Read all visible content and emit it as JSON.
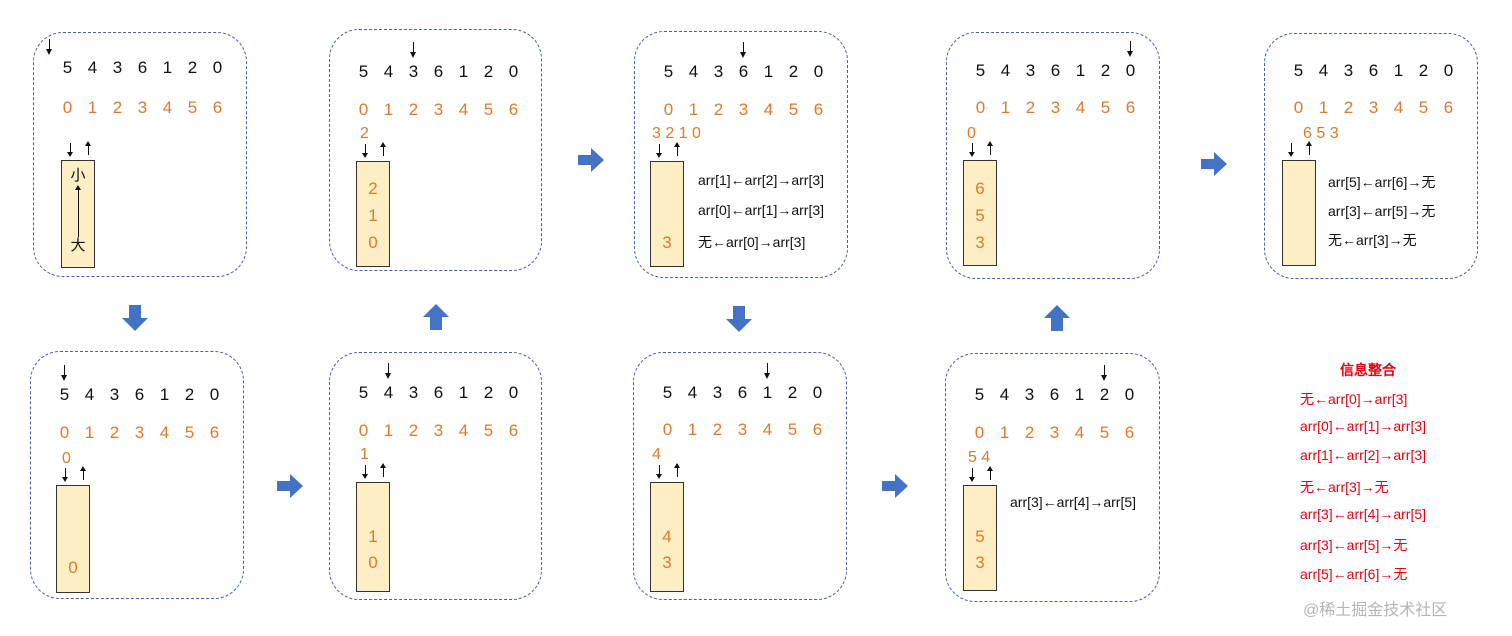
{
  "values": [
    "5",
    "4",
    "3",
    "6",
    "1",
    "2",
    "0"
  ],
  "indices": [
    "0",
    "1",
    "2",
    "3",
    "4",
    "5",
    "6"
  ],
  "panels": [
    {
      "marks": "",
      "stack": [
        "小",
        "大"
      ],
      "relations": []
    },
    {
      "marks": "0",
      "stack": [
        "0"
      ],
      "relations": []
    },
    {
      "marks": "1",
      "stack": [
        "1",
        "0"
      ],
      "relations": []
    },
    {
      "marks": "2",
      "stack": [
        "2",
        "1",
        "0"
      ],
      "relations": []
    },
    {
      "marks": "3 2 1 0",
      "stack": [
        "3"
      ],
      "relations": [
        "arr[1]←arr[2]→arr[3]",
        "arr[0]←arr[1]→arr[3]",
        "无←arr[0]→arr[3]"
      ]
    },
    {
      "marks": "4",
      "stack": [
        "4",
        "3"
      ],
      "relations": []
    },
    {
      "marks": "5 4",
      "stack": [
        "5",
        "3"
      ],
      "relations": [
        "arr[3]←arr[4]→arr[5]"
      ]
    },
    {
      "marks": "0",
      "stack": [
        "6",
        "5",
        "3"
      ],
      "relations": []
    },
    {
      "marks": "6 5 3",
      "stack": [],
      "relations": [
        "arr[5]←arr[6]→无",
        "arr[3]←arr[5]→无",
        "无←arr[3]→无"
      ]
    }
  ],
  "summary": {
    "title": "信息整合",
    "lines": [
      "无←arr[0]→arr[3]",
      "arr[0]←arr[1]→arr[3]",
      "arr[1]←arr[2]→arr[3]",
      "无←arr[3]→无",
      "arr[3]←arr[4]→arr[5]",
      "arr[3]←arr[5]→无",
      "arr[5]←arr[6]→无"
    ]
  },
  "watermark": "@稀土掘金技术社区",
  "colors": {
    "index": "#e07a2a",
    "summary": "#e60012",
    "stack_fill": "#fdeec4",
    "arrow": "#4472c4",
    "border": "#4a5fa8"
  }
}
